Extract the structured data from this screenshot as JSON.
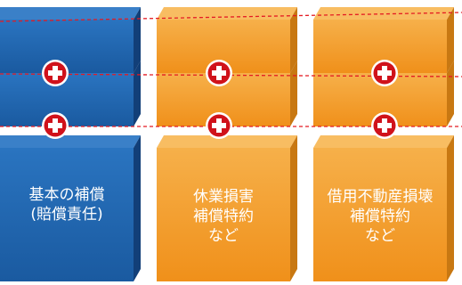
{
  "columns": [
    {
      "lines": [
        "基本の補償",
        "(賠償責任)"
      ],
      "color": "blue"
    },
    {
      "lines": [
        "休業損害",
        "補償特約",
        "など"
      ],
      "color": "orange"
    },
    {
      "lines": [
        "借用不動産損壊",
        "補償特約",
        "など"
      ],
      "color": "orange"
    }
  ],
  "colors": {
    "blue_front": "#1c5fa8",
    "blue_top": "#3a80c8",
    "blue_side": "#123f78",
    "orange_front": "#f29a1e",
    "orange_top": "#f8bd62",
    "orange_side": "#c87812",
    "plus_badge": "#d0121b",
    "dashed_line": "#e41b23"
  },
  "icons": [
    "plus-badge-icon"
  ]
}
